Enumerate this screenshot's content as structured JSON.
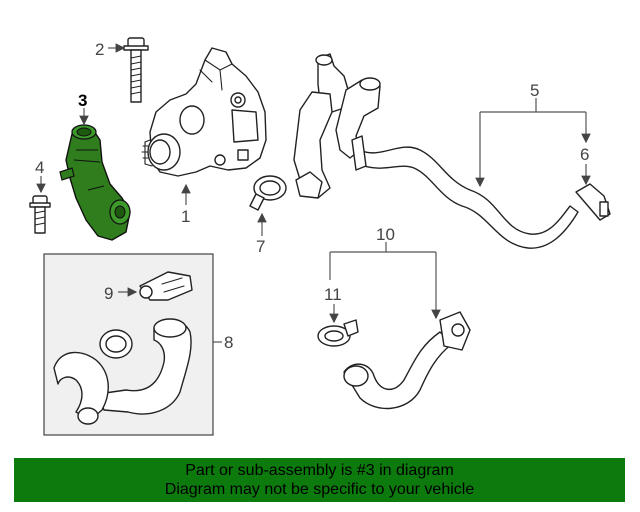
{
  "callouts": {
    "c1": "1",
    "c2": "2",
    "c3": "3",
    "c4": "4",
    "c5": "5",
    "c6": "6",
    "c7": "7",
    "c8": "8",
    "c9": "9",
    "c10": "10",
    "c11": "11"
  },
  "colors": {
    "highlight": "#2f7d1c",
    "banner": "#0d7a0d"
  },
  "banner": {
    "line1": "Part or sub-assembly is #3 in diagram",
    "line2": "Diagram may not be specific to your vehicle"
  }
}
